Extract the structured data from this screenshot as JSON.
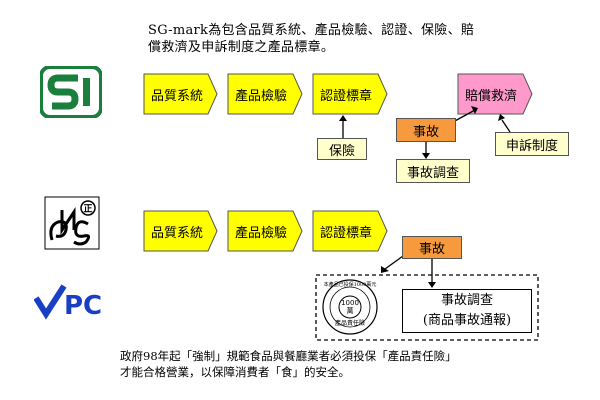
{
  "intro": {
    "line1": "SG-mark為包含品質系統、產品檢驗、認證、保險、賠",
    "line2": "償救濟及申訴制度之產品標章。"
  },
  "row1": {
    "quality": "品質系統",
    "inspection": "產品檢驗",
    "certification": "認證標章",
    "insurance": "保險",
    "accident": "事故",
    "investigation": "事故調查",
    "compensation": "賠償救濟",
    "complaint": "申訴制度"
  },
  "row2": {
    "quality": "品質系統",
    "inspection": "產品檢驗",
    "certification": "認證標章",
    "accident": "事故",
    "investigation": "事故調查",
    "report": "(商品事故通報)"
  },
  "seal": {
    "text": "本產品已投保1000萬元",
    "amount": "1000",
    "unit": "萬",
    "bottom": "產品責任險"
  },
  "logos": {
    "sg": "SG-mark-logo",
    "cns": "CNS-mark-logo",
    "vpc": "VPC"
  },
  "footer": {
    "line1": "政府98年起「強制」規範食品與餐廳業者必須投保「產品責任險」",
    "line2": "才能合格營業，以保障消費者「食」的安全。"
  },
  "colors": {
    "yellow": "#ffff00",
    "orange": "#f79a3e",
    "pink": "#ff99cc",
    "light_yellow": "#ffffcc",
    "sg_green": "#1a7f3c",
    "vpc_blue": "#1a3fc4"
  }
}
